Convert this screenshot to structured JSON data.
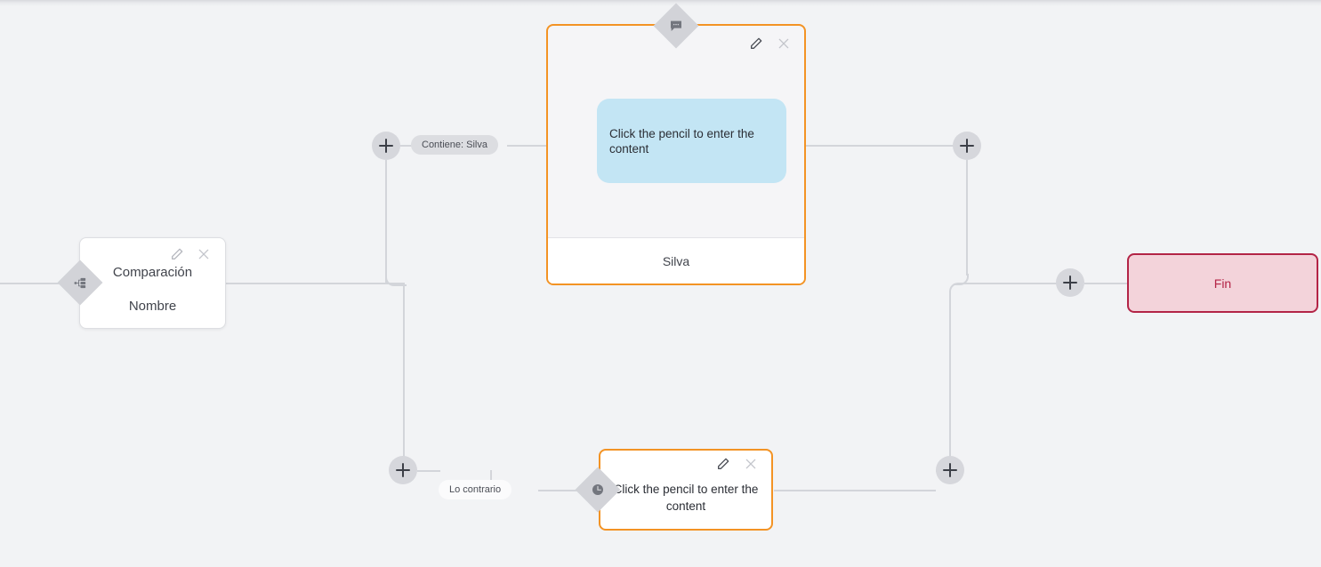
{
  "canvas": {
    "background_color": "#f2f3f5",
    "line_color": "#d3d5da"
  },
  "colors": {
    "orange_border": "#f39324",
    "bubble_blue": "#c3e5f4",
    "end_border": "#b32446",
    "end_fill": "#f3d3da",
    "badge_gray": "#d2d3d8",
    "plus_gray": "#d6d7dc"
  },
  "nodes": {
    "comparison": {
      "title": "Comparación",
      "subtitle": "Nombre",
      "badge_icon": "hierarchy-icon",
      "edit_icon": "pencil-icon",
      "close_icon": "close-icon"
    },
    "message_top": {
      "bubble_text": "Click the pencil to enter the content",
      "footer_label": "Silva",
      "badge_icon": "chat-bubble-icon",
      "edit_icon": "pencil-icon",
      "close_icon": "close-icon"
    },
    "message_bottom": {
      "text": "Click the pencil to enter the content",
      "badge_icon": "clock-icon",
      "edit_icon": "pencil-icon",
      "close_icon": "close-icon"
    },
    "end": {
      "label": "Fin"
    }
  },
  "edges": {
    "branch_true_label": "Contiene: Silva",
    "branch_false_label": "Lo contrario"
  },
  "add_buttons": [
    {
      "id": "add-branch-true",
      "icon": "plus-icon"
    },
    {
      "id": "add-branch-false",
      "icon": "plus-icon"
    },
    {
      "id": "add-after-message-top",
      "icon": "plus-icon"
    },
    {
      "id": "add-after-message-bottom",
      "icon": "plus-icon"
    },
    {
      "id": "add-before-end",
      "icon": "plus-icon"
    }
  ]
}
